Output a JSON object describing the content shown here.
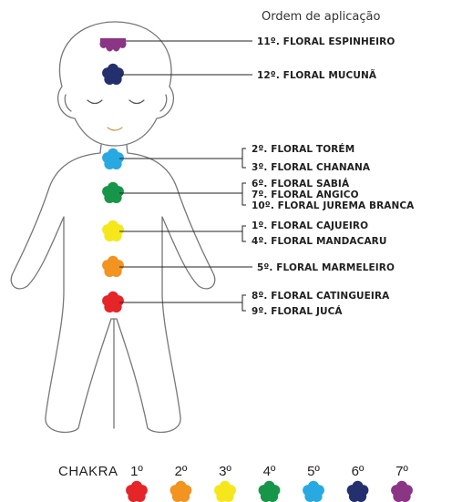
{
  "title": "Ordem de aplicação",
  "placements": [
    {
      "id": "crown",
      "color": "#8b3585",
      "shape": "petals",
      "labels": [
        "11º. FLORAL ESPINHEIRO"
      ]
    },
    {
      "id": "third-eye",
      "color": "#24306e",
      "shape": "flower",
      "labels": [
        "12º. FLORAL MUCUNÃ"
      ]
    },
    {
      "id": "throat",
      "color": "#29a9e1",
      "shape": "flower",
      "labels": [
        "2º. FLORAL TORÉM",
        "3º. FLORAL CHANANA"
      ]
    },
    {
      "id": "heart",
      "color": "#17964a",
      "shape": "flower",
      "labels": [
        "6º. FLORAL SABIÁ",
        "7º. FLORAL ANGICO",
        "10º. FLORAL JUREMA BRANCA"
      ]
    },
    {
      "id": "solar-plexus",
      "color": "#f5e71a",
      "shape": "flower",
      "labels": [
        "1º. FLORAL CAJUEIRO",
        "4º. FLORAL MANDACARU"
      ]
    },
    {
      "id": "sacral",
      "color": "#f39320",
      "shape": "flower",
      "labels": [
        "5º. FLORAL MARMELEIRO"
      ]
    },
    {
      "id": "root",
      "color": "#e52528",
      "shape": "flower",
      "labels": [
        "8º. FLORAL CATINGUEIRA",
        "9º. FLORAL JUCÁ"
      ]
    }
  ],
  "legend": {
    "label": "CHAKRA",
    "items": [
      {
        "number": "1º",
        "color": "#e52528"
      },
      {
        "number": "2º",
        "color": "#f39320"
      },
      {
        "number": "3º",
        "color": "#f5e71a"
      },
      {
        "number": "4º",
        "color": "#17964a"
      },
      {
        "number": "5º",
        "color": "#29a9e1"
      },
      {
        "number": "6º",
        "color": "#24306e"
      },
      {
        "number": "7º",
        "color": "#8b3585"
      }
    ]
  }
}
